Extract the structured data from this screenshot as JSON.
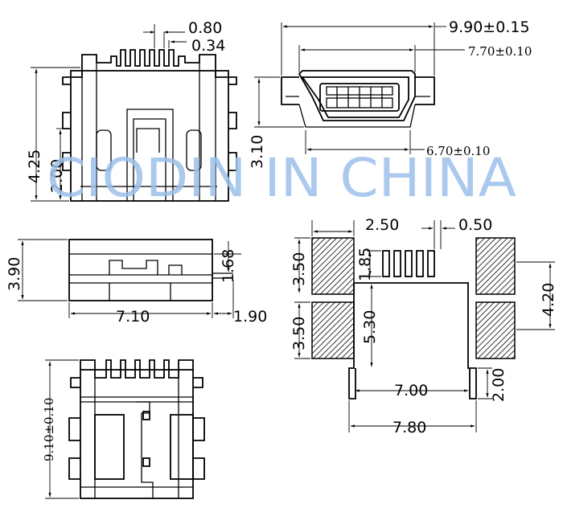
{
  "watermark": "CIODIN IN CHINA",
  "front_view": {
    "dims": {
      "pitch_a": "0.80",
      "pitch_b": "0.34",
      "height_total": "4.25",
      "height_lower": "2.00"
    }
  },
  "end_view": {
    "dims": {
      "outer_width": "9.90±0.15",
      "socket_width": "7.70±0.10",
      "opening_width": "6.70±0.10",
      "height": "3.10"
    }
  },
  "side_view": {
    "dims": {
      "height": "3.90",
      "length": "7.10",
      "lead_height": "1.68",
      "lead_length": "1.90"
    }
  },
  "bottom_view": {
    "dims": {
      "length": "9.10±0.10"
    }
  },
  "pcb_layout": {
    "dims": {
      "pad_width": "2.50",
      "pin_pitch": "0.50",
      "pad_height_top": "3.50",
      "pin_length": "1.85",
      "pad_height_bottom": "3.50",
      "pad_span": "5.30",
      "pad_gap": "4.20",
      "inner_width": "7.00",
      "outer_width": "7.80",
      "tab_height": "2.00"
    }
  }
}
